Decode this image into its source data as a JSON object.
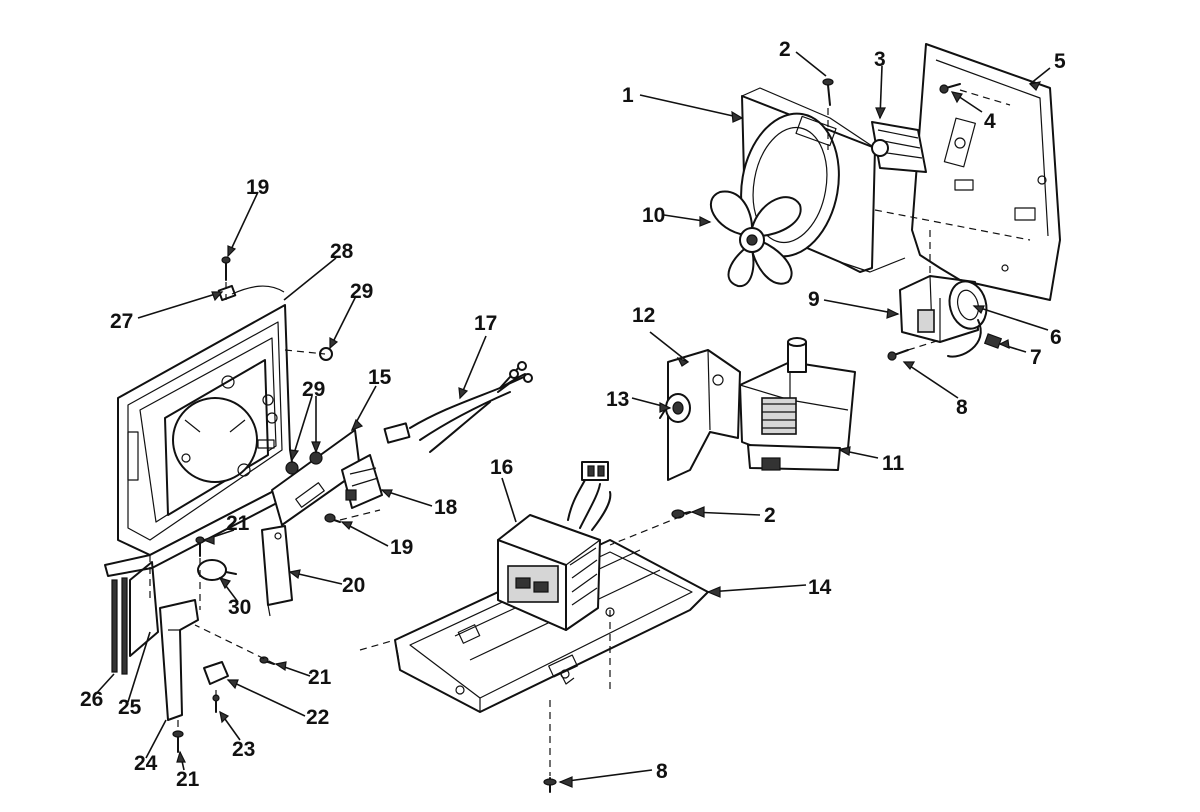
{
  "callouts": [
    {
      "id": "c1",
      "label": "1"
    },
    {
      "id": "c2a",
      "label": "2"
    },
    {
      "id": "c3",
      "label": "3"
    },
    {
      "id": "c4",
      "label": "4"
    },
    {
      "id": "c5",
      "label": "5"
    },
    {
      "id": "c6",
      "label": "6"
    },
    {
      "id": "c7",
      "label": "7"
    },
    {
      "id": "c8a",
      "label": "8"
    },
    {
      "id": "c9",
      "label": "9"
    },
    {
      "id": "c10",
      "label": "10"
    },
    {
      "id": "c11",
      "label": "11"
    },
    {
      "id": "c12",
      "label": "12"
    },
    {
      "id": "c13",
      "label": "13"
    },
    {
      "id": "c14",
      "label": "14"
    },
    {
      "id": "c15",
      "label": "15"
    },
    {
      "id": "c16",
      "label": "16"
    },
    {
      "id": "c17",
      "label": "17"
    },
    {
      "id": "c18",
      "label": "18"
    },
    {
      "id": "c19a",
      "label": "19"
    },
    {
      "id": "c19b",
      "label": "19"
    },
    {
      "id": "c20",
      "label": "20"
    },
    {
      "id": "c21a",
      "label": "21"
    },
    {
      "id": "c21b",
      "label": "21"
    },
    {
      "id": "c21c",
      "label": "21"
    },
    {
      "id": "c22",
      "label": "22"
    },
    {
      "id": "c23",
      "label": "23"
    },
    {
      "id": "c24",
      "label": "24"
    },
    {
      "id": "c25",
      "label": "25"
    },
    {
      "id": "c26",
      "label": "26"
    },
    {
      "id": "c27",
      "label": "27"
    },
    {
      "id": "c28",
      "label": "28"
    },
    {
      "id": "c29a",
      "label": "29"
    },
    {
      "id": "c29b",
      "label": "29"
    },
    {
      "id": "c30",
      "label": "30"
    },
    {
      "id": "c2b",
      "label": "2"
    },
    {
      "id": "c8b",
      "label": "8"
    }
  ]
}
